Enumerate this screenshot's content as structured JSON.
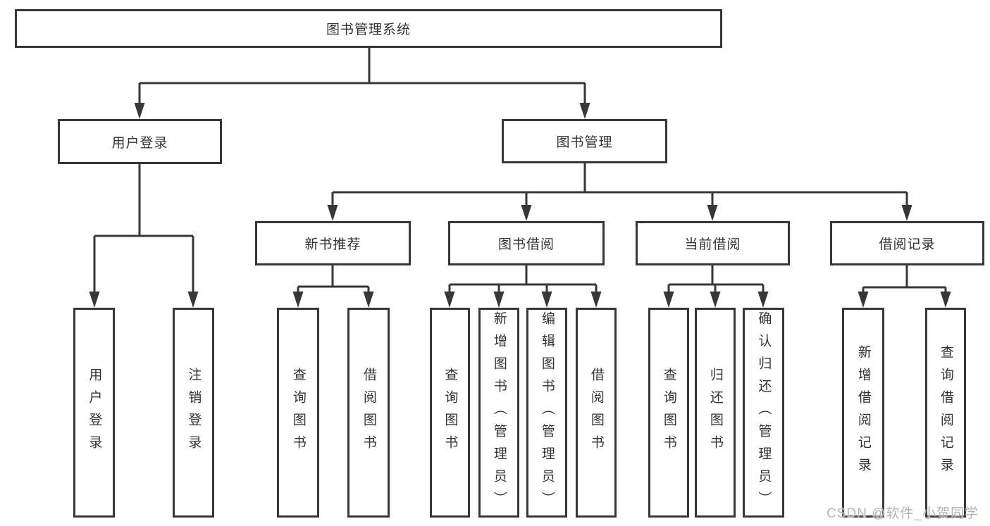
{
  "diagram": {
    "root": {
      "label": "图书管理系统"
    },
    "level2": {
      "user_login": {
        "label": "用户登录"
      },
      "book_management": {
        "label": "图书管理"
      }
    },
    "level3": {
      "new_book_recommend": {
        "label": "新书推荐"
      },
      "book_borrow": {
        "label": "图书借阅"
      },
      "current_borrow": {
        "label": "当前借阅"
      },
      "borrow_records": {
        "label": "借阅记录"
      }
    },
    "leaves": {
      "user_login": [
        "用户登录",
        "注销登录"
      ],
      "new_book_recommend": [
        "查询图书",
        "借阅图书"
      ],
      "book_borrow": [
        "查询图书",
        "新增图书（管理员）",
        "编辑图书（管理员）",
        "借阅图书"
      ],
      "current_borrow": [
        "查询图书",
        "归还图书",
        "确认归还（管理员）"
      ],
      "borrow_records": [
        "新增借阅记录",
        "查询借阅记录"
      ]
    }
  },
  "watermark": {
    "text": "CSDN @软件_小贺同学"
  },
  "colors": {
    "line": "#373737",
    "box_border": "#373737",
    "text": "#333333",
    "background": "#ffffff",
    "watermark": "#b3b3b3"
  }
}
